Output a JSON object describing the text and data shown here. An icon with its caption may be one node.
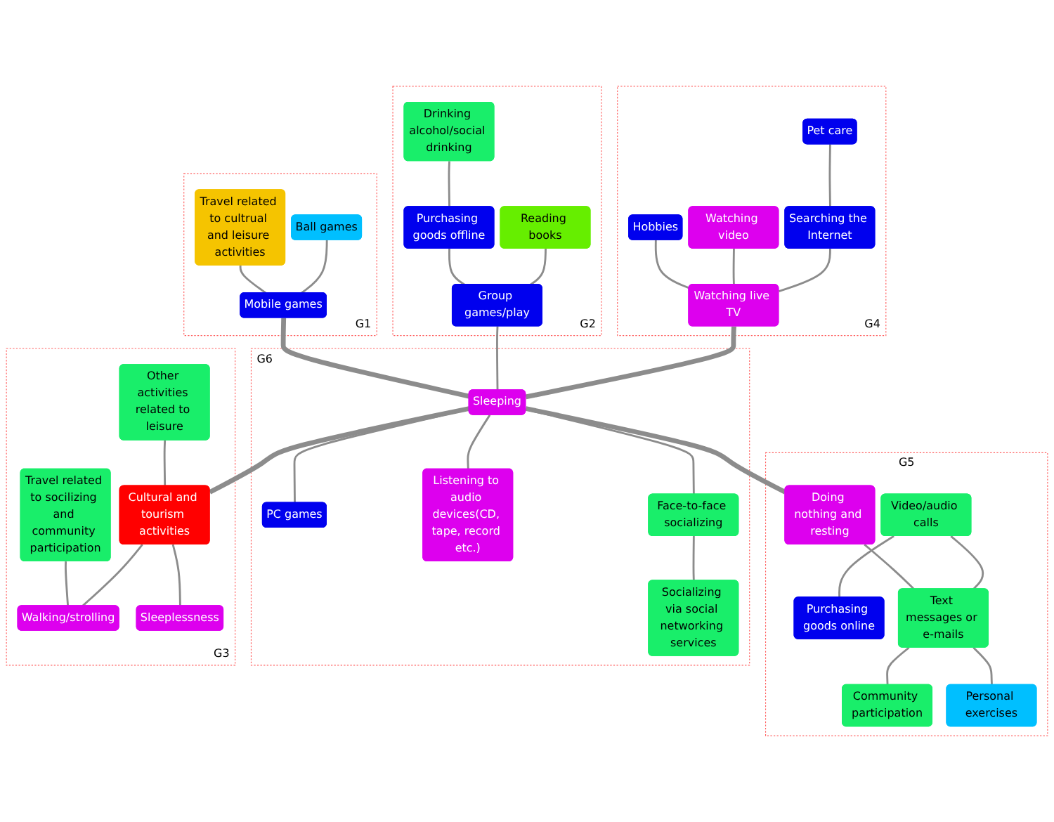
{
  "diagram": {
    "nodes": [
      {
        "text": [
          "G1"
        ]
      },
      {
        "text": [
          "Travel related to cultrual and leisure activities"
        ],
        "in": 0
      },
      {
        "text": [
          "Ball games"
        ],
        "in": 0
      },
      {
        "text": [
          "Mobile games"
        ],
        "in": 0
      },
      {
        "text": [
          "G2"
        ]
      },
      {
        "text": [
          "Drinking alcohol/social drinking"
        ],
        "in": 4
      },
      {
        "text": [
          "Reading books"
        ],
        "in": 4
      },
      {
        "text": [
          "Purchasing goods offline"
        ],
        "in": 4
      },
      {
        "text": [
          "Group games/play"
        ],
        "in": 4
      },
      {
        "text": [
          "G3"
        ]
      },
      {
        "text": [
          "Travel related to socilizing and community participation"
        ],
        "in": 9
      },
      {
        "text": [
          "Walking/strolling"
        ],
        "in": 9
      },
      {
        "text": [
          "Cultural and tourism activities"
        ],
        "in": 9
      },
      {
        "text": [
          "Other activities related to leisure"
        ],
        "in": 9
      },
      {
        "text": [
          "Sleeplessness"
        ],
        "in": 9
      },
      {
        "text": [
          "G4"
        ]
      },
      {
        "text": [
          "Hobbies"
        ],
        "in": 15
      },
      {
        "text": [
          "Watching video"
        ],
        "in": 15
      },
      {
        "text": [
          "Watching live TV"
        ],
        "in": 15
      },
      {
        "text": [
          "Searching the Internet"
        ],
        "in": 15
      },
      {
        "text": [
          "Pet care"
        ],
        "in": 15
      },
      {
        "text": [
          "G6"
        ]
      },
      {
        "text": [
          "Sleeping"
        ],
        "in": 21
      },
      {
        "text": [
          "PC games"
        ],
        "in": 21
      },
      {
        "text": [
          "Listening to audio devices(CD, tape, record etc.)"
        ],
        "in": 21
      },
      {
        "text": [
          "Face-to-face socializing"
        ],
        "in": 21
      },
      {
        "text": [
          "Socializing via social networking services"
        ],
        "in": 21
      },
      {
        "text": [
          "G5"
        ]
      },
      {
        "text": [
          "Doing nothing and resting"
        ],
        "in": 27
      },
      {
        "text": [
          "Community participation"
        ],
        "in": 27
      },
      {
        "text": [
          "Purchasing goods online"
        ],
        "in": 27
      },
      {
        "text": [
          "Text messages or e-mails"
        ],
        "in": 27
      },
      {
        "text": [
          "Video/audio calls"
        ],
        "in": 27
      },
      {
        "text": [
          "Personal exercises"
        ],
        "in": 27
      }
    ],
    "edges": [
      {
        "from": 1,
        "to": 3,
        "arrow": "none"
      },
      {
        "from": 2,
        "to": 3,
        "arrow": "none"
      },
      {
        "from": 3,
        "to": 22,
        "arrow": "none",
        "style": "thick"
      },
      {
        "from": 5,
        "to": 7,
        "arrow": "none"
      },
      {
        "from": 7,
        "to": 8,
        "arrow": "none"
      },
      {
        "from": 6,
        "to": 8,
        "arrow": "none"
      },
      {
        "from": 8,
        "to": 22,
        "arrow": "none"
      },
      {
        "from": 10,
        "to": 11,
        "arrow": "none"
      },
      {
        "from": 12,
        "to": 11,
        "arrow": "none"
      },
      {
        "from": 13,
        "to": 12,
        "arrow": "none"
      },
      {
        "from": 12,
        "to": 14,
        "arrow": "none"
      },
      {
        "from": 22,
        "to": 12,
        "arrow": "none",
        "style": "thick"
      },
      {
        "from": 16,
        "to": 18,
        "arrow": "none"
      },
      {
        "from": 17,
        "to": 18,
        "arrow": "none"
      },
      {
        "from": 19,
        "to": 18,
        "arrow": "none"
      },
      {
        "from": 20,
        "to": 19,
        "arrow": "none"
      },
      {
        "from": 18,
        "to": 22,
        "arrow": "none",
        "style": "thick"
      },
      {
        "from": 22,
        "to": 23,
        "arrow": "none"
      },
      {
        "from": 22,
        "to": 24,
        "arrow": "none"
      },
      {
        "from": 22,
        "to": 25,
        "arrow": "none"
      },
      {
        "from": 25,
        "to": 26,
        "arrow": "none"
      },
      {
        "from": 22,
        "to": 28,
        "arrow": "none",
        "style": "thick"
      },
      {
        "from": 28,
        "to": 31,
        "arrow": "none"
      },
      {
        "from": 31,
        "to": 29,
        "arrow": "none"
      },
      {
        "from": 31,
        "to": 33,
        "arrow": "none"
      },
      {
        "from": 32,
        "to": 31,
        "arrow": "none"
      },
      {
        "from": 32,
        "to": 30,
        "arrow": "none"
      }
    ]
  }
}
